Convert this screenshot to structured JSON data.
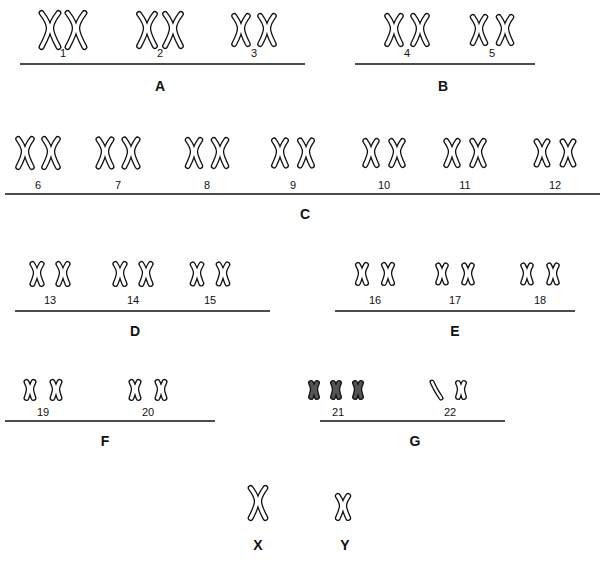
{
  "diagram": {
    "labels": [
      "1",
      "2",
      "3",
      "A",
      "4",
      "5",
      "B",
      "6",
      "7",
      "8",
      "9",
      "10",
      "11",
      "12",
      "C",
      "13",
      "14",
      "15",
      "D",
      "16",
      "17",
      "18",
      "E",
      "19",
      "20",
      "F",
      "21",
      "22",
      "G",
      "X",
      "Y"
    ]
  }
}
